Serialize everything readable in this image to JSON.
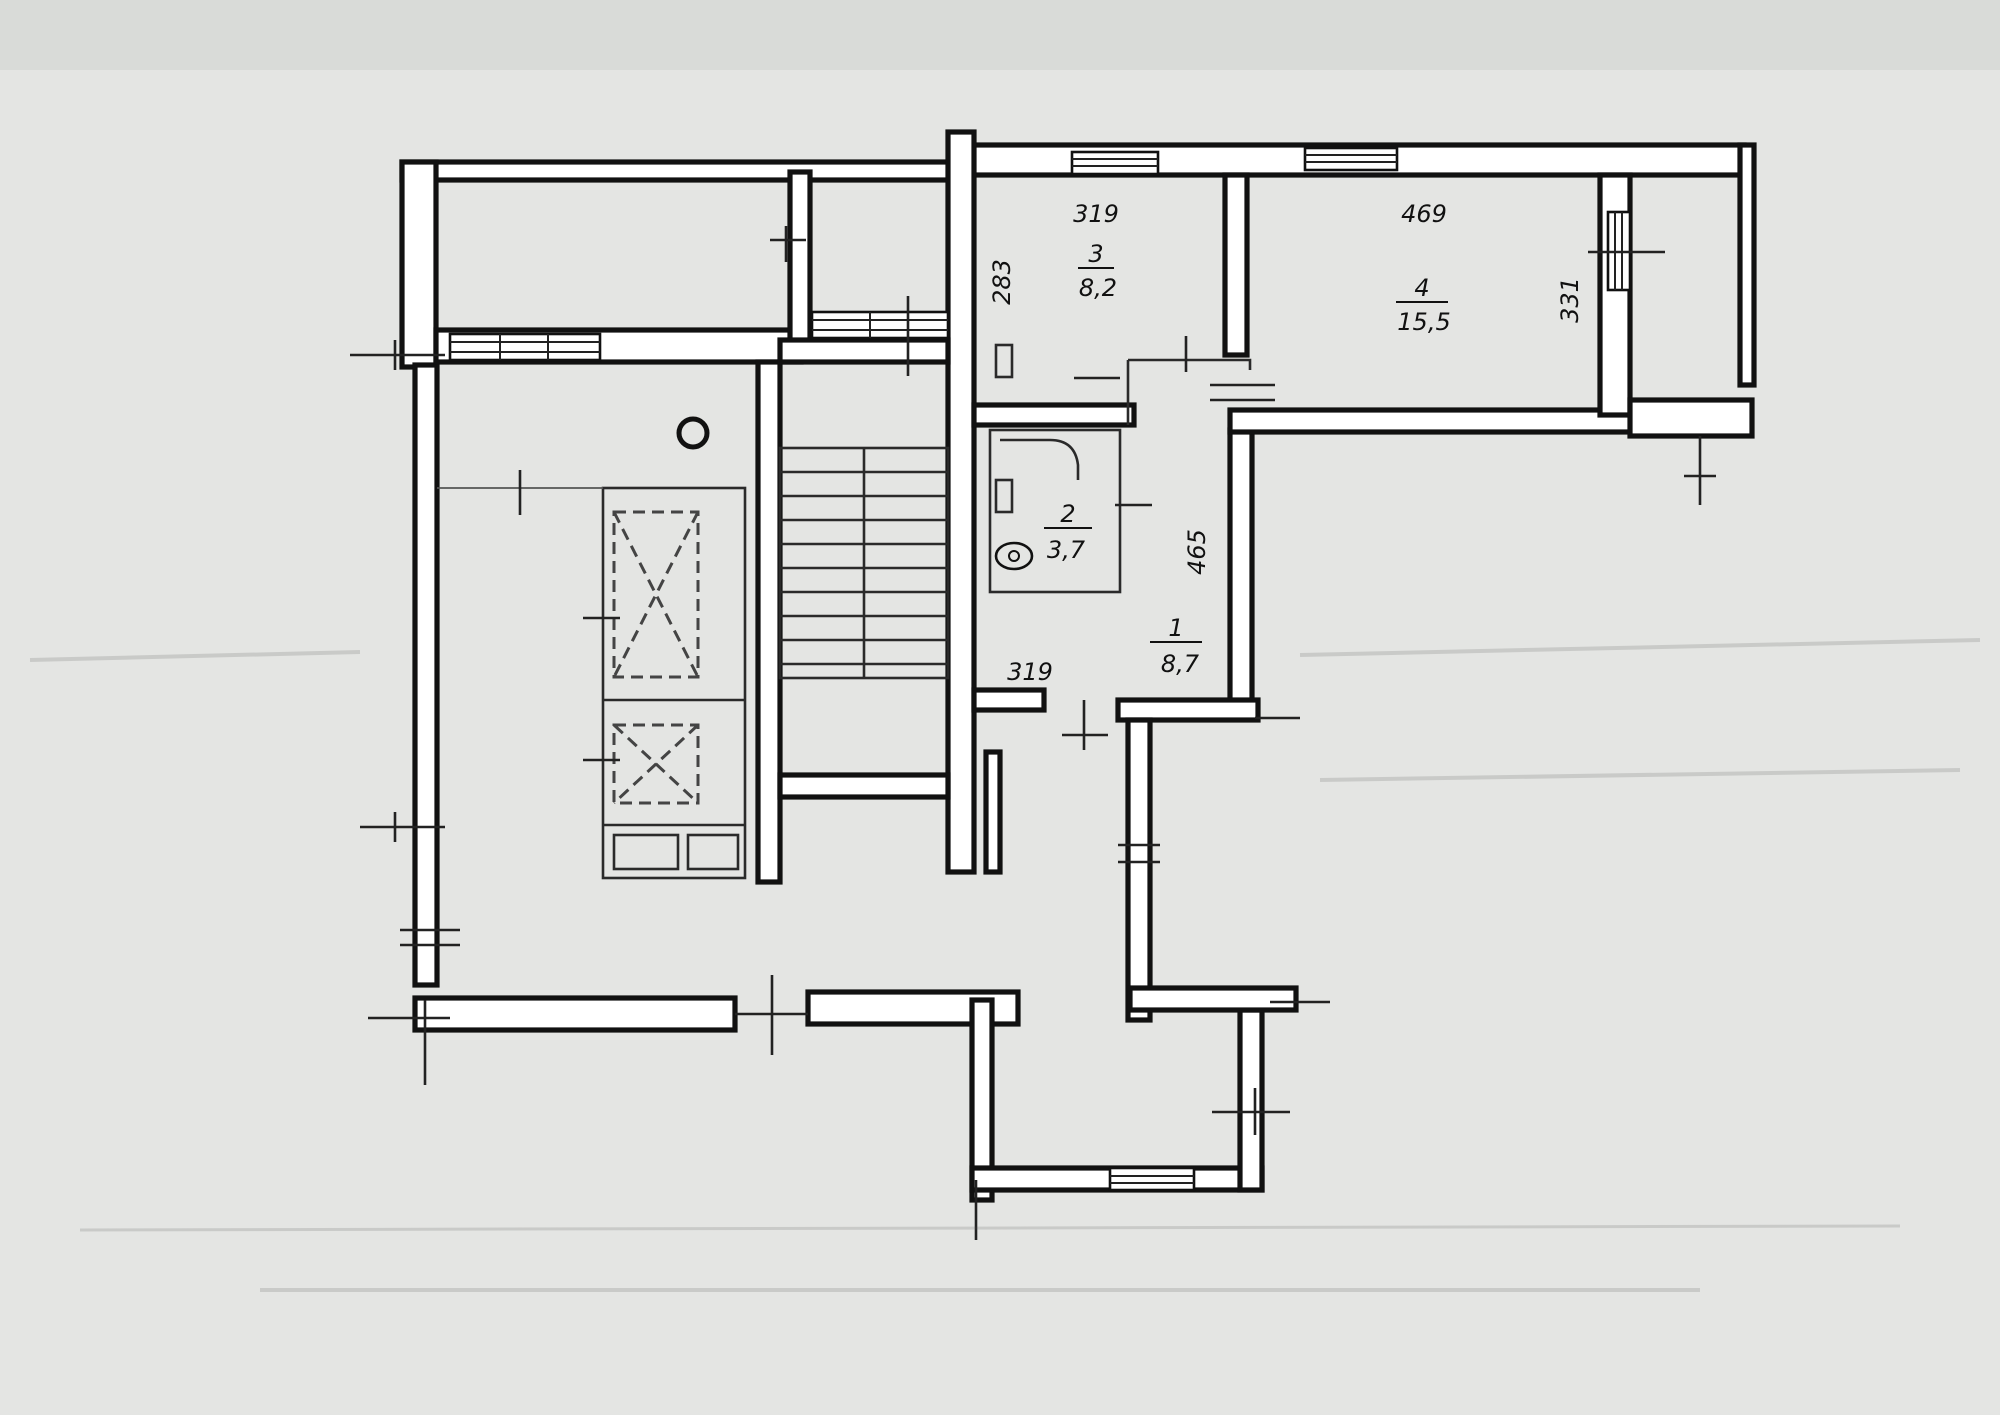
{
  "rooms": [
    {
      "number": "1",
      "area": "8,7"
    },
    {
      "number": "2",
      "area": "3,7"
    },
    {
      "number": "3",
      "area": "8,2"
    },
    {
      "number": "4",
      "area": "15,5"
    }
  ],
  "dimensions": {
    "room3_width": "319",
    "room3_depth": "283",
    "room4_width": "469",
    "room4_depth": "331",
    "hall_depth": "465",
    "hall_width": "319"
  }
}
